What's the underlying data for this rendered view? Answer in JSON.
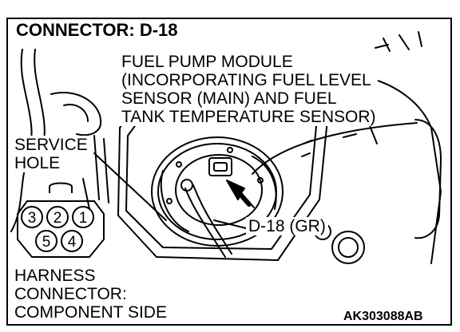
{
  "title": "CONNECTOR: D-18",
  "module_label": {
    "lines": [
      "FUEL PUMP MODULE",
      "(INCORPORATING FUEL LEVEL",
      "SENSOR (MAIN) AND FUEL",
      "TANK TEMPERATURE SENSOR)"
    ]
  },
  "service_hole_label": {
    "lines": [
      "SERVICE",
      "HOLE"
    ]
  },
  "connector_callout": "D-18 (GR)",
  "harness_label": {
    "lines": [
      "HARNESS",
      "CONNECTOR:",
      "COMPONENT SIDE"
    ]
  },
  "connector_pins": {
    "top_row": [
      "3",
      "2",
      "1"
    ],
    "bottom_row": [
      "5",
      "4"
    ]
  },
  "figure_code": "AK303088AB"
}
